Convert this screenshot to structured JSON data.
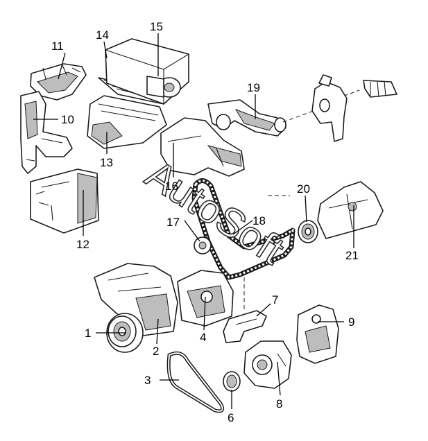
{
  "watermark": "AutoSoft",
  "callouts": {
    "c1": "1",
    "c2": "2",
    "c3": "3",
    "c4": "4",
    "c6": "6",
    "c7": "7",
    "c8": "8",
    "c9": "9",
    "c10": "10",
    "c11": "11",
    "c12": "12",
    "c13": "13",
    "c14": "14",
    "c15": "15",
    "c16": "16",
    "c17": "17",
    "c18": "18",
    "c19": "19",
    "c20": "20",
    "c21": "21"
  }
}
